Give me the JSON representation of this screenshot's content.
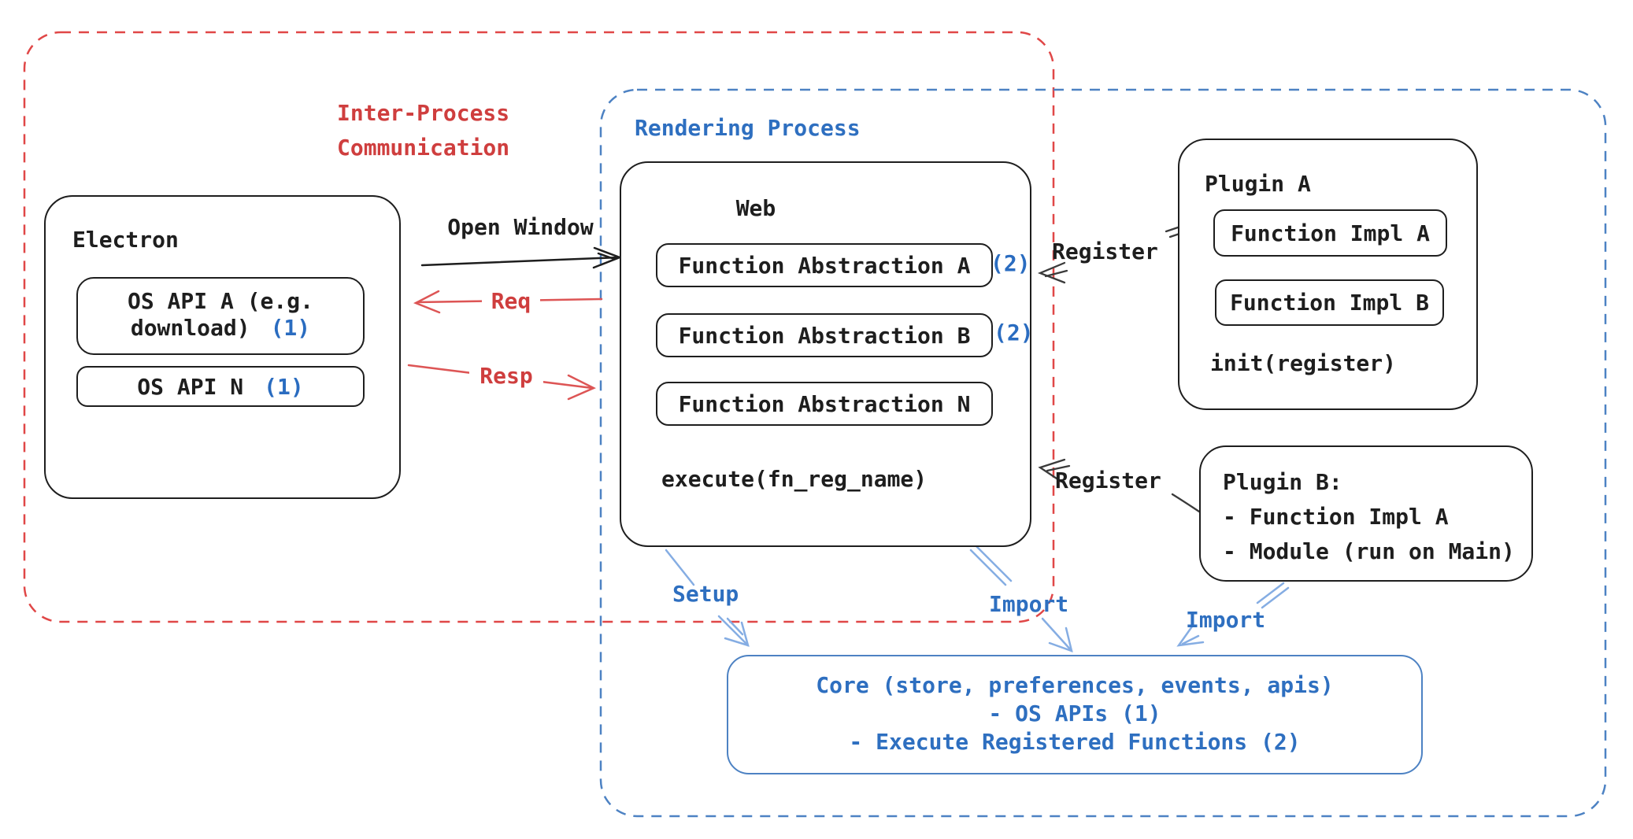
{
  "groups": {
    "ipc": {
      "label_line1": "Inter-Process",
      "label_line2": "Communication"
    },
    "rendering": {
      "label": "Rendering Process"
    }
  },
  "electron": {
    "title": "Electron",
    "items": [
      {
        "line1": "OS API A (e.g.",
        "line2": "download)",
        "badge": "(1)"
      },
      {
        "line1": "OS API N",
        "badge": "(1)"
      }
    ]
  },
  "web": {
    "title": "Web",
    "items": [
      {
        "label": "Function Abstraction A",
        "badge": "(2)"
      },
      {
        "label": "Function Abstraction B",
        "badge": "(2)"
      },
      {
        "label": "Function Abstraction N",
        "badge": ""
      }
    ],
    "footer": "execute(fn_reg_name)"
  },
  "plugin_a": {
    "title": "Plugin A",
    "items": [
      {
        "label": "Function Impl A"
      },
      {
        "label": "Function Impl B"
      }
    ],
    "footer": "init(register)"
  },
  "plugin_b": {
    "lines": [
      "Plugin B:",
      "- Function Impl A",
      "- Module (run on Main)"
    ]
  },
  "core": {
    "lines": [
      "Core (store, preferences, events, apis)",
      "- OS APIs (1)",
      "- Execute Registered Functions (2)"
    ]
  },
  "arrows": {
    "open_window": "Open Window",
    "req": "Req",
    "resp": "Resp",
    "register_top": "Register",
    "register_bottom": "Register",
    "setup": "Setup",
    "import_web": "Import",
    "import_plugin": "Import"
  },
  "colors": {
    "ink": "#1e1e1e",
    "red_dash": "#e04747",
    "red_arrow": "#dd5555",
    "red_text": "#cf3e3e",
    "blue_dash": "#4d82c3",
    "blue_text": "#2e6fc0",
    "light_blue_arrow": "#85ade3"
  }
}
